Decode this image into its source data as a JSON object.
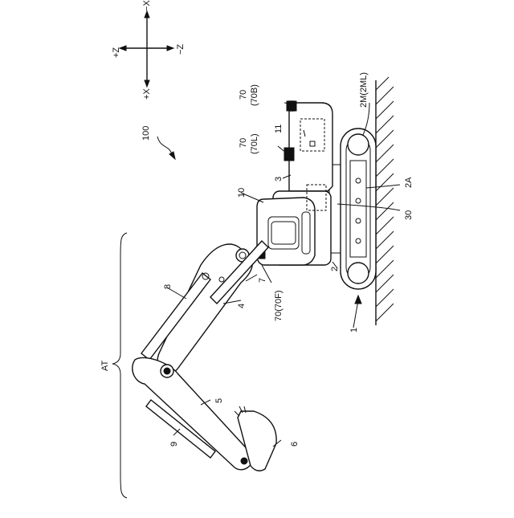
{
  "axes": {
    "minus_x": "−X",
    "plus_x": "+X",
    "plus_z": "+Z",
    "minus_z": "−Z"
  },
  "labels": {
    "system": "100",
    "attachment": "AT",
    "machine": "1",
    "lower_body": "2",
    "crawler": "2A",
    "track_module": "2M(2ML)",
    "upper_body": "3",
    "boom": "4",
    "arm": "5",
    "bucket": "6",
    "boom_cylinder": "7",
    "arm_cylinder": "8",
    "bucket_cylinder": "9",
    "cab": "10",
    "controller": "11",
    "swing_device": "30",
    "camera_top": "70",
    "camera_top_sub": "(70B)",
    "camera_side": "70",
    "camera_side_sub": "(70L)",
    "camera_front": "70(70F)"
  }
}
